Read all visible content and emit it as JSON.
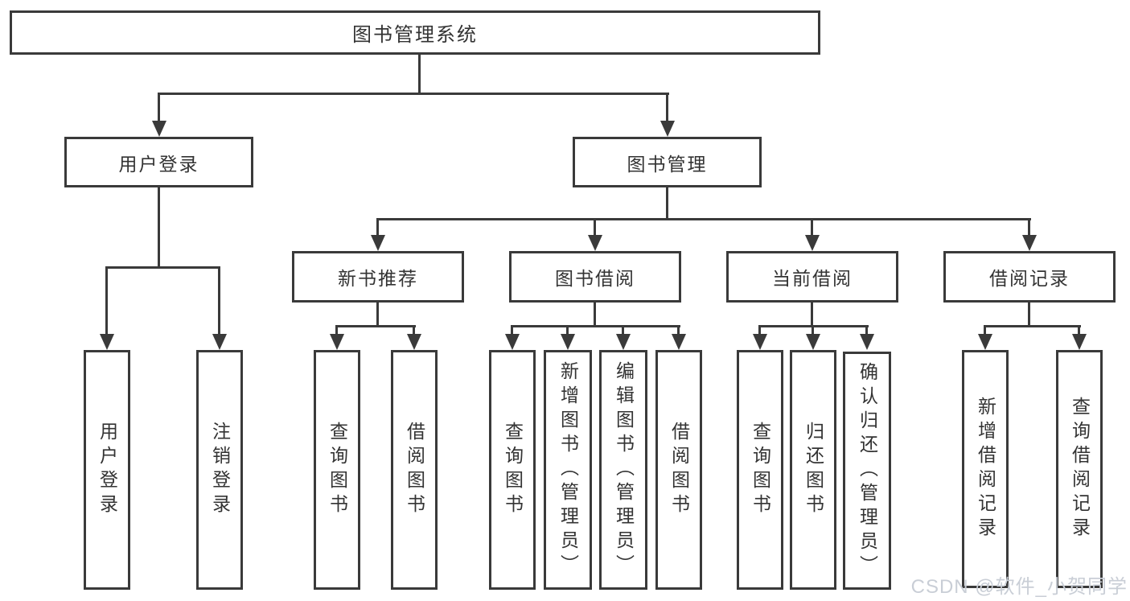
{
  "diagram": {
    "root": {
      "label": "图书管理系统"
    },
    "branches": {
      "user_login": {
        "label": "用户登录",
        "children": {
          "login": "用户登录",
          "logout": "注销登录"
        }
      },
      "book_mgmt": {
        "label": "图书管理",
        "sections": {
          "new_books": {
            "label": "新书推荐",
            "children": {
              "query": "查询图书",
              "borrow": "借阅图书"
            }
          },
          "borrowing": {
            "label": "图书借阅",
            "children": {
              "query": "查询图书",
              "add": "新增图书（管理员）",
              "edit": "编辑图书（管理员）",
              "borrow": "借阅图书"
            }
          },
          "current": {
            "label": "当前借阅",
            "children": {
              "query": "查询图书",
              "return": "归还图书",
              "confirm": "确认归还（管理员）"
            }
          },
          "records": {
            "label": "借阅记录",
            "children": {
              "add": "新增借阅记录",
              "query": "查询借阅记录"
            }
          }
        }
      }
    }
  },
  "watermark": {
    "label": "CSDN @软件_小贺同学"
  },
  "colors": {
    "line": "#3a3a3a",
    "text": "#333333",
    "watermark": "#c9ced6",
    "background": "#ffffff"
  }
}
